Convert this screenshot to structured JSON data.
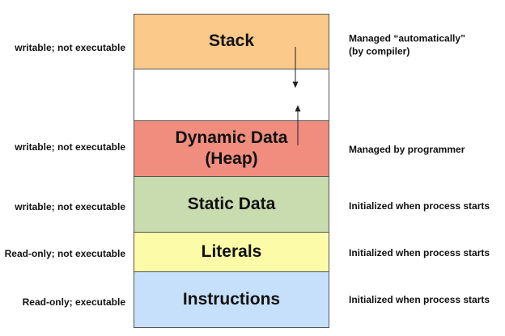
{
  "segments": [
    {
      "name": "stack",
      "label": "Stack",
      "color": "#fbc989",
      "permission": "writable; not executable",
      "management": [
        "Managed “automatically”",
        "(by compiler)"
      ]
    },
    {
      "name": "gap",
      "label": "",
      "color": "#ffffff",
      "permission": "",
      "management": []
    },
    {
      "name": "dynamic-data",
      "label": "Dynamic Data\n(Heap)",
      "color": "#f08d7e",
      "permission": "writable; not executable",
      "management": [
        "Managed by programmer"
      ]
    },
    {
      "name": "static-data",
      "label": "Static Data",
      "color": "#c8dcaf",
      "permission": "writable; not executable",
      "management": [
        "Initialized when process starts"
      ]
    },
    {
      "name": "literals",
      "label": "Literals",
      "color": "#fcfca8",
      "permission": "Read-only; not executable",
      "management": [
        "Initialized when process starts"
      ]
    },
    {
      "name": "instructions",
      "label": "Instructions",
      "color": "#c6e0fb",
      "permission": "Read-only; executable",
      "management": [
        "Initialized when process starts"
      ]
    }
  ],
  "arrows": {
    "stack_growth": "down",
    "heap_growth": "up"
  }
}
